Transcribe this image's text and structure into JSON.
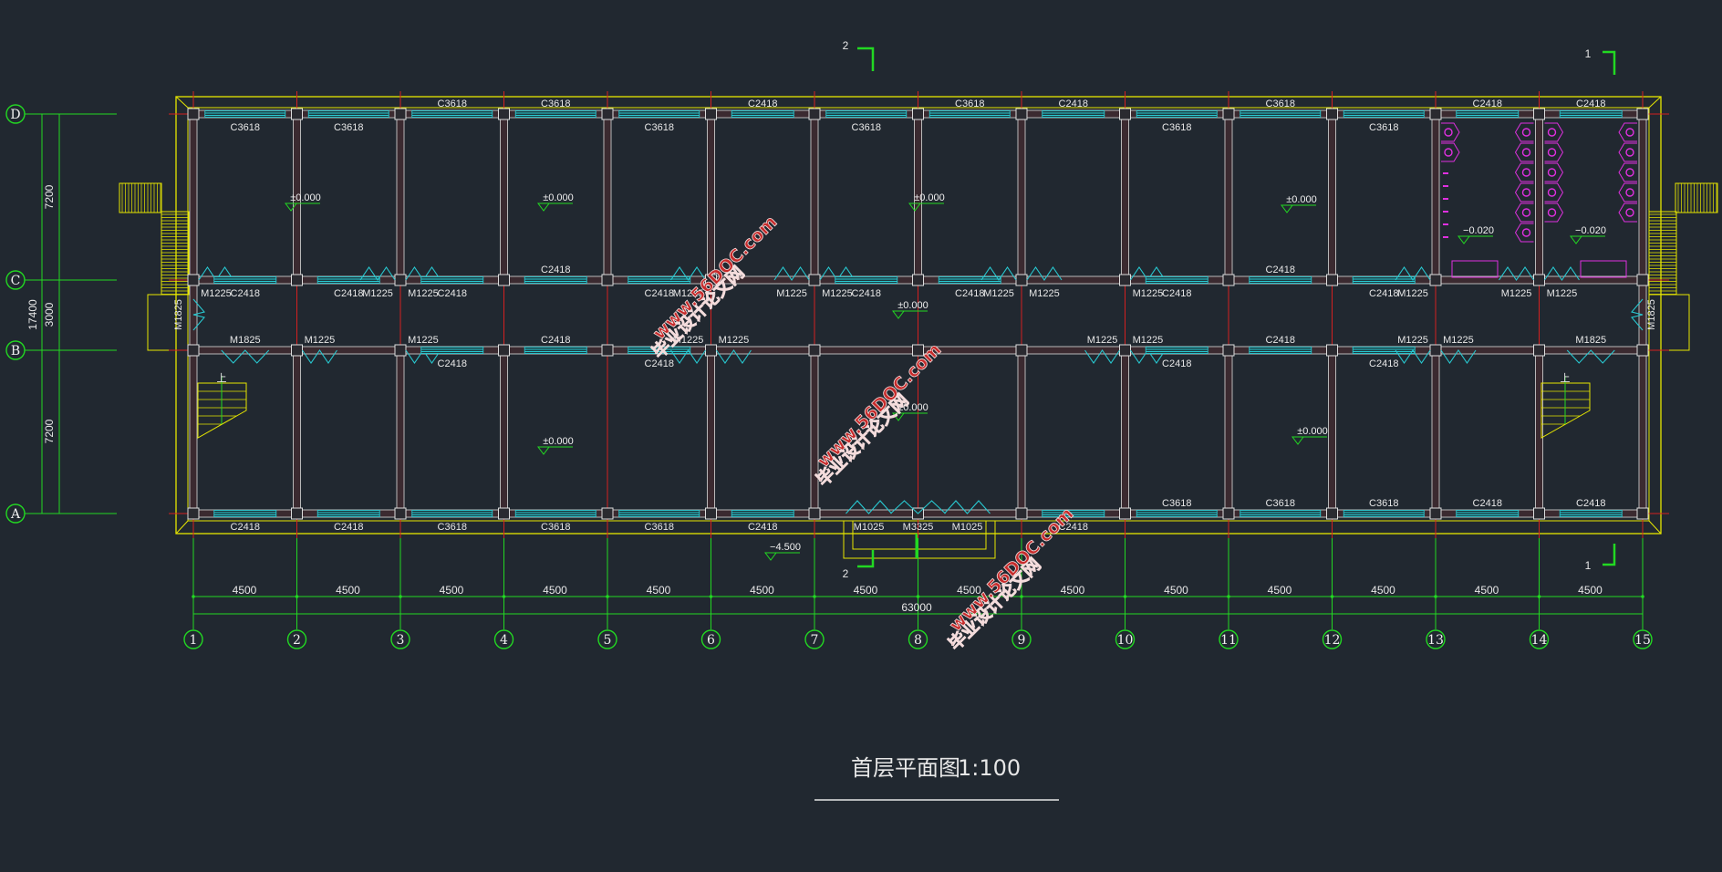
{
  "drawing": {
    "title": "首层平面图",
    "scale": "1:100",
    "colors": {
      "background": "#212830",
      "axis": "#d42020",
      "grid": "#22d822",
      "outline": "#e6e600",
      "window": "#28c8d0",
      "wall": "#c8c8c8",
      "toilet": "#e030e0",
      "watermark": "#c62b2b"
    }
  },
  "axes": {
    "columns": [
      "1",
      "2",
      "3",
      "4",
      "5",
      "6",
      "7",
      "8",
      "9",
      "10",
      "11",
      "12",
      "13",
      "14",
      "15"
    ],
    "rows": [
      "D",
      "C",
      "B",
      "A"
    ]
  },
  "dimensions": {
    "bays": [
      "4500",
      "4500",
      "4500",
      "4500",
      "4500",
      "4500",
      "4500",
      "4500",
      "4500",
      "4500",
      "4500",
      "4500",
      "4500",
      "4500"
    ],
    "total": "63000",
    "vertical": [
      "7200",
      "3000",
      "7200"
    ],
    "vertical_total": "17400"
  },
  "openings": {
    "D": [
      {
        "bay": 3,
        "side": "above",
        "label": "C3618"
      },
      {
        "bay": 4,
        "side": "above",
        "label": "C3618"
      },
      {
        "bay": 6,
        "side": "above",
        "label": "C2418"
      },
      {
        "bay": 8,
        "side": "above",
        "label": "C3618"
      },
      {
        "bay": 9,
        "side": "above",
        "label": "C2418"
      },
      {
        "bay": 11,
        "side": "above",
        "label": "C3618"
      },
      {
        "bay": 13,
        "side": "above",
        "label": "C2418"
      },
      {
        "bay": 14,
        "side": "above",
        "label": "C2418"
      },
      {
        "bay": 1,
        "side": "below",
        "label": "C3618"
      },
      {
        "bay": 2,
        "side": "below",
        "label": "C3618"
      },
      {
        "bay": 5,
        "side": "below",
        "label": "C3618"
      },
      {
        "bay": 7,
        "side": "below",
        "label": "C3618"
      },
      {
        "bay": 10,
        "side": "below",
        "label": "C3618"
      },
      {
        "bay": 12,
        "side": "below",
        "label": "C3618"
      }
    ],
    "C": [
      {
        "bay": 1,
        "pos": "left",
        "side": "below",
        "label": "M1225"
      },
      {
        "bay": 1,
        "pos": "center",
        "side": "below",
        "label": "C2418"
      },
      {
        "bay": 2,
        "pos": "center",
        "side": "below",
        "label": "C2418"
      },
      {
        "bay": 2,
        "pos": "right",
        "side": "below",
        "label": "M1225"
      },
      {
        "bay": 3,
        "pos": "left",
        "side": "below",
        "label": "M1225"
      },
      {
        "bay": 3,
        "pos": "center",
        "side": "below",
        "label": "C2418"
      },
      {
        "bay": 4,
        "pos": "center",
        "side": "above",
        "label": "C2418"
      },
      {
        "bay": 5,
        "pos": "center",
        "side": "below",
        "label": "C2418"
      },
      {
        "bay": 5,
        "pos": "right",
        "side": "below",
        "label": "M1225"
      },
      {
        "bay": 6,
        "pos": "right",
        "side": "below",
        "label": "M1225"
      },
      {
        "bay": 7,
        "pos": "left",
        "side": "below",
        "label": "M1225"
      },
      {
        "bay": 7,
        "pos": "center",
        "side": "below",
        "label": "C2418"
      },
      {
        "bay": 8,
        "pos": "center",
        "side": "below",
        "label": "C2418"
      },
      {
        "bay": 8,
        "pos": "right",
        "side": "below",
        "label": "M1225"
      },
      {
        "bay": 9,
        "pos": "left",
        "side": "below",
        "label": "M1225"
      },
      {
        "bay": 10,
        "pos": "left",
        "side": "below",
        "label": "M1225"
      },
      {
        "bay": 10,
        "pos": "center",
        "side": "below",
        "label": "C2418"
      },
      {
        "bay": 11,
        "pos": "center",
        "side": "above",
        "label": "C2418"
      },
      {
        "bay": 12,
        "pos": "center",
        "side": "below",
        "label": "C2418"
      },
      {
        "bay": 12,
        "pos": "right",
        "side": "below",
        "label": "M1225"
      },
      {
        "bay": 13,
        "pos": "right",
        "side": "below",
        "label": "M1225"
      },
      {
        "bay": 14,
        "pos": "left",
        "side": "below",
        "label": "M1225"
      }
    ],
    "B": [
      {
        "bay": 1,
        "pos": "center",
        "side": "above",
        "label": "M1825"
      },
      {
        "bay": 2,
        "pos": "left",
        "side": "above",
        "label": "M1225"
      },
      {
        "bay": 3,
        "pos": "left",
        "side": "above",
        "label": "M1225"
      },
      {
        "bay": 3,
        "pos": "center",
        "side": "below",
        "label": "C2418"
      },
      {
        "bay": 4,
        "pos": "center",
        "side": "above",
        "label": "C2418"
      },
      {
        "bay": 5,
        "pos": "center",
        "side": "below",
        "label": "C2418"
      },
      {
        "bay": 5,
        "pos": "right",
        "side": "above",
        "label": "M1225"
      },
      {
        "bay": 6,
        "pos": "left",
        "side": "above",
        "label": "M1225"
      },
      {
        "bay": 9,
        "pos": "right",
        "side": "above",
        "label": "M1225"
      },
      {
        "bay": 10,
        "pos": "left",
        "side": "above",
        "label": "M1225"
      },
      {
        "bay": 10,
        "pos": "center",
        "side": "below",
        "label": "C2418"
      },
      {
        "bay": 11,
        "pos": "center",
        "side": "above",
        "label": "C2418"
      },
      {
        "bay": 12,
        "pos": "center",
        "side": "below",
        "label": "C2418"
      },
      {
        "bay": 12,
        "pos": "right",
        "side": "above",
        "label": "M1225"
      },
      {
        "bay": 13,
        "pos": "left",
        "side": "above",
        "label": "M1225"
      },
      {
        "bay": 14,
        "pos": "center",
        "side": "above",
        "label": "M1825"
      }
    ],
    "A": [
      {
        "bay": 1,
        "side": "below",
        "label": "C2418"
      },
      {
        "bay": 2,
        "side": "below",
        "label": "C2418"
      },
      {
        "bay": 3,
        "side": "below",
        "label": "C3618"
      },
      {
        "bay": 4,
        "side": "below",
        "label": "C3618"
      },
      {
        "bay": 5,
        "side": "below",
        "label": "C3618"
      },
      {
        "bay": 6,
        "side": "below",
        "label": "C2418"
      },
      {
        "bay": 9,
        "side": "below",
        "label": "C2418"
      },
      {
        "bay": 10,
        "side": "above",
        "label": "C3618"
      },
      {
        "bay": 11,
        "side": "above",
        "label": "C3618"
      },
      {
        "bay": 12,
        "side": "above",
        "label": "C3618"
      },
      {
        "bay": 13,
        "side": "above",
        "label": "C2418"
      },
      {
        "bay": 14,
        "side": "above",
        "label": "C2418"
      }
    ],
    "entrance": [
      "M1025",
      "M3325",
      "M1025"
    ],
    "end_doors": [
      "M1825",
      "M1825"
    ]
  },
  "elevations": [
    "±0.000",
    "±0.000",
    "±0.000",
    "±0.000",
    "±0.000",
    "±0.000",
    "±0.000",
    "±0.000",
    "−0.020",
    "−0.020",
    "−4.500"
  ],
  "stairs": [
    "上",
    "上"
  ],
  "section_marks": [
    "2",
    "1",
    "2",
    "1"
  ],
  "watermark": {
    "line1": "毕业设计论文网",
    "line2": "www.56DOC.com"
  }
}
